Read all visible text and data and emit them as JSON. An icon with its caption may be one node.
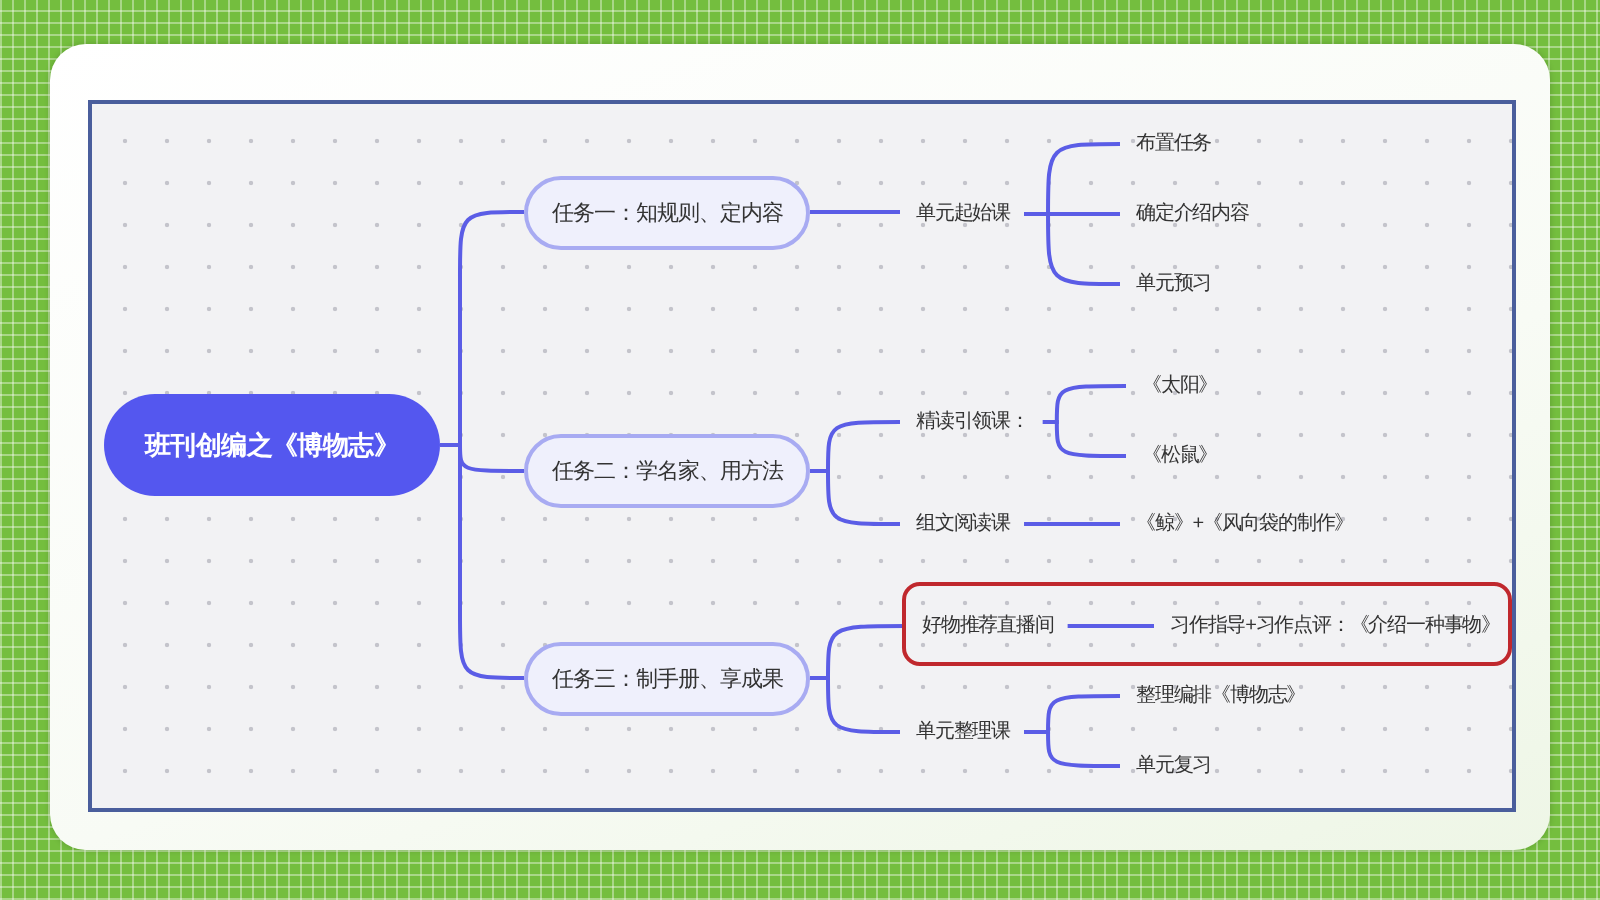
{
  "diagram": {
    "nodes": [
      {
        "text": [
          "班刊创编之《博物志》"
        ]
      },
      {
        "text": [
          "任务一：知规则、定内容"
        ]
      },
      {
        "text": [
          "单元起始课"
        ]
      },
      {
        "text": [
          "布置任务"
        ]
      },
      {
        "text": [
          "确定介绍内容"
        ]
      },
      {
        "text": [
          "单元预习"
        ]
      },
      {
        "text": [
          "任务二：学名家、用方法"
        ]
      },
      {
        "text": [
          "精读引领课："
        ]
      },
      {
        "text": [
          "《太阳》"
        ]
      },
      {
        "text": [
          "《松鼠》"
        ]
      },
      {
        "text": [
          "组文阅读课"
        ]
      },
      {
        "text": [
          "《鲸》+《风向袋的制作》"
        ]
      },
      {
        "text": [
          "任务三：制手册、享成果"
        ]
      },
      {
        "text": [],
        "shape": "box"
      },
      {
        "text": [
          "好物推荐直播间"
        ],
        "in": 13
      },
      {
        "text": [
          "习作指导+习作点评：《介绍一种事物》"
        ],
        "in": 13
      },
      {
        "text": [
          "单元整理课"
        ]
      },
      {
        "text": [
          "整理编排《博物志》"
        ]
      },
      {
        "text": [
          "单元复习"
        ]
      }
    ],
    "edges": [
      {
        "from": 0,
        "to": 1,
        "arrow": "none"
      },
      {
        "from": 1,
        "to": 2,
        "arrow": "none"
      },
      {
        "from": 2,
        "to": 3,
        "arrow": "none"
      },
      {
        "from": 2,
        "to": 4,
        "arrow": "none"
      },
      {
        "from": 2,
        "to": 5,
        "arrow": "none"
      },
      {
        "from": 0,
        "to": 6,
        "arrow": "none"
      },
      {
        "from": 6,
        "to": 7,
        "arrow": "none"
      },
      {
        "from": 7,
        "to": 8,
        "arrow": "none"
      },
      {
        "from": 7,
        "to": 9,
        "arrow": "none"
      },
      {
        "from": 6,
        "to": 10,
        "arrow": "none"
      },
      {
        "from": 10,
        "to": 11,
        "arrow": "none"
      },
      {
        "from": 0,
        "to": 12,
        "arrow": "none"
      },
      {
        "from": 12,
        "to": 14,
        "arrow": "none"
      },
      {
        "from": 14,
        "to": 15,
        "arrow": "none"
      },
      {
        "from": 12,
        "to": 16,
        "arrow": "none"
      },
      {
        "from": 16,
        "to": 17,
        "arrow": "none"
      },
      {
        "from": 16,
        "to": 18,
        "arrow": "none"
      }
    ]
  }
}
